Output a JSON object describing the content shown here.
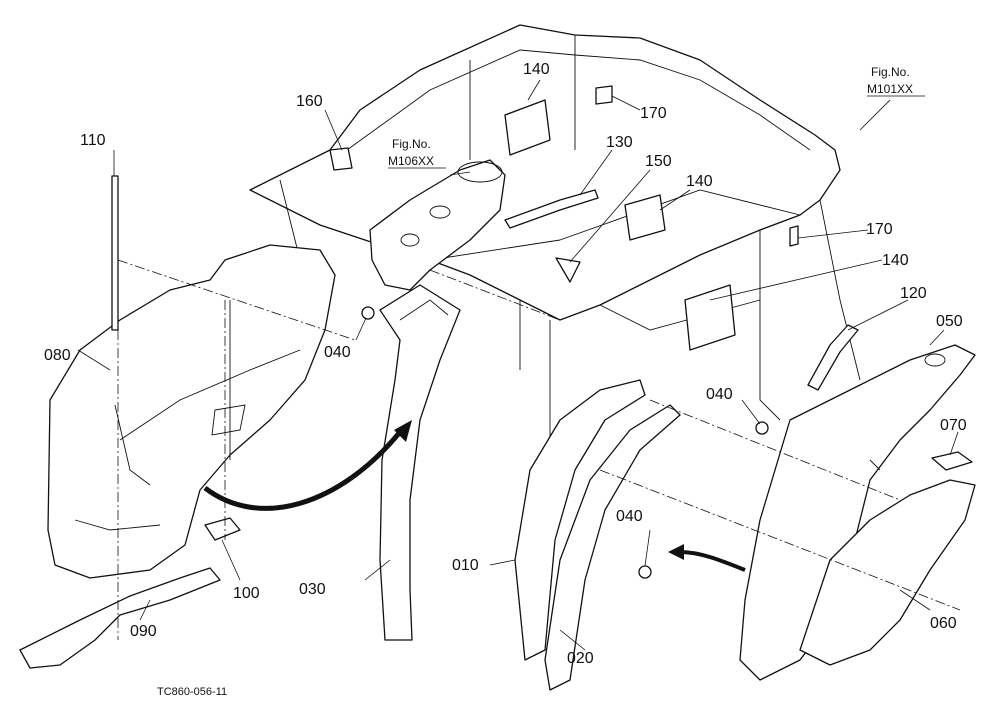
{
  "diagram": {
    "drawing_code": "TC860-056-11",
    "fig_refs": [
      {
        "label": "Fig.No.",
        "ref": "M101XX"
      },
      {
        "label": "Fig.No.",
        "ref": "M106XX"
      }
    ],
    "callouts": [
      "110",
      "160",
      "140",
      "170",
      "130",
      "150",
      "140",
      "140",
      "170",
      "120",
      "050",
      "080",
      "040",
      "040",
      "070",
      "040",
      "010",
      "030",
      "100",
      "090",
      "020",
      "060"
    ]
  }
}
